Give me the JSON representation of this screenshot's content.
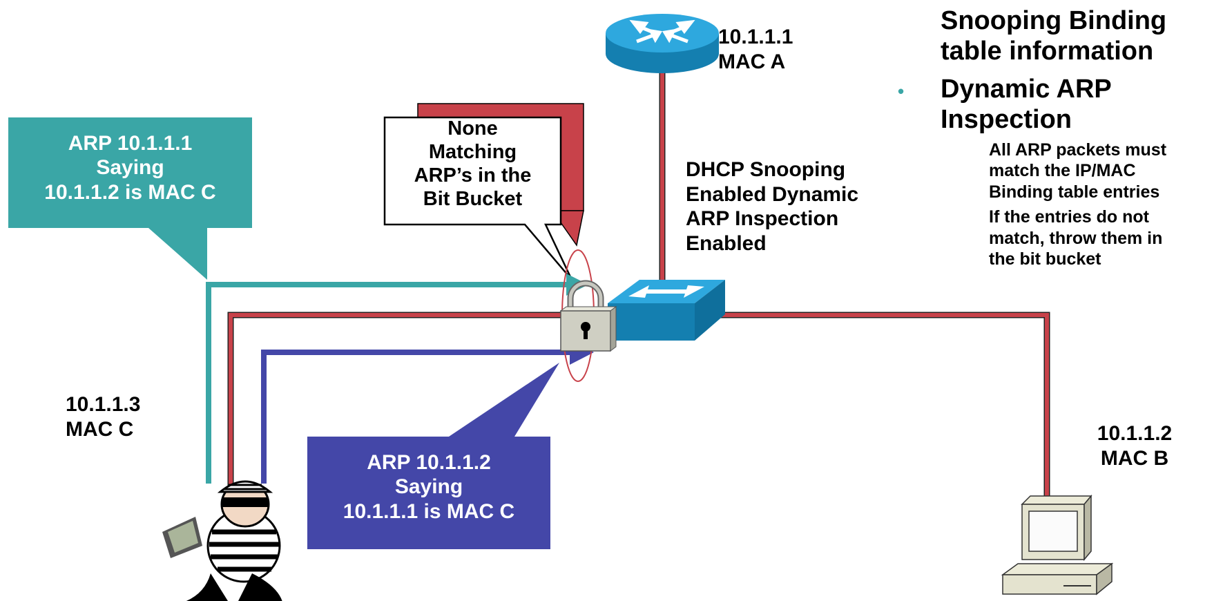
{
  "router": {
    "ip": "10.1.1.1",
    "mac": "MAC A"
  },
  "switch_label": "DHCP Snooping Enabled Dynamic ARP Inspection Enabled",
  "switch_label_lines": [
    "DHCP Snooping",
    "Enabled Dynamic",
    "ARP Inspection",
    "Enabled"
  ],
  "attacker": {
    "ip": "10.1.1.3",
    "mac": "MAC C"
  },
  "victim": {
    "ip": "10.1.1.2",
    "mac": "MAC B"
  },
  "callout_top": {
    "lines": [
      "ARP 10.1.1.1",
      "Saying",
      "10.1.1.2 is MAC C"
    ]
  },
  "callout_bottom": {
    "lines": [
      "ARP 10.1.1.2",
      "Saying",
      "10.1.1.1 is MAC C"
    ]
  },
  "bit_bucket_bubble": {
    "lines": [
      "None",
      "Matching",
      "ARP’s in the",
      "Bit Bucket"
    ]
  },
  "bullets": [
    {
      "text_lines": [
        "Snooping Binding",
        "table information"
      ]
    },
    {
      "text_lines": [
        "Dynamic ARP",
        "Inspection"
      ],
      "sub": [
        {
          "text_lines": [
            "All ARP packets must",
            "match the IP/MAC",
            "Binding table entries"
          ]
        },
        {
          "text_lines": [
            "If the entries do not",
            "match, throw them in",
            "the bit bucket"
          ]
        }
      ]
    }
  ],
  "colors": {
    "teal": "#3aa6a6",
    "blue": "#4447a8",
    "red": "#c8424a",
    "cisco_blue": "#1a9fd6"
  },
  "icons": [
    "router-icon",
    "switch-icon",
    "padlock-icon",
    "attacker-icon",
    "pc-icon"
  ]
}
